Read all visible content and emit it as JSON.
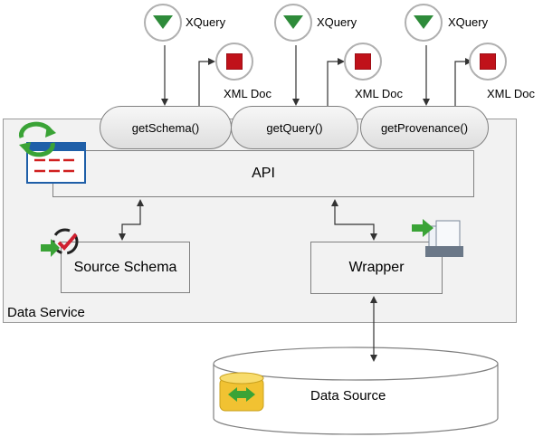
{
  "diagram": {
    "xquery_label": "XQuery",
    "xmldoc_label": "XML Doc",
    "methods": [
      "getSchema()",
      "getQuery()",
      "getProvenance()"
    ],
    "api_label": "API",
    "source_schema_label": "Source Schema",
    "wrapper_label": "Wrapper",
    "service_label": "Data Service",
    "data_source_label": "Data Source"
  },
  "colors": {
    "xquery_triangle": "#2e8b3a",
    "xml_doc_square": "#c0121a",
    "arrow": "#333333",
    "box_fill": "#f2f2f2",
    "border": "#808080",
    "cylinder_icon": "#f1c232"
  },
  "icons": {
    "xquery": "green-down-triangle-icon",
    "xml_doc": "red-square-icon",
    "api": "api-window-refresh-icon",
    "source_schema": "schema-check-icon",
    "wrapper": "wrapper-documents-icon",
    "data_source": "data-sync-arrows-icon"
  }
}
